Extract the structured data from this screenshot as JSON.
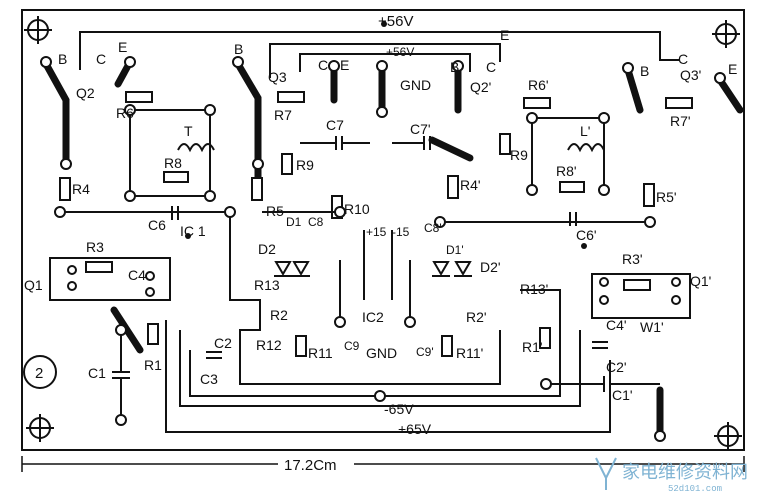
{
  "board": {
    "dimension": "17.2Cm",
    "figure_number": "2",
    "rails": {
      "plus56": "+56V",
      "plus56_inner": "+56V",
      "minus65": "-65V",
      "plus65": "+65V",
      "gnd_top": "GND",
      "gnd_bottom": "GND",
      "bias_left": "+15",
      "bias_right": "-15"
    }
  },
  "left_channel": {
    "Q2": "Q2",
    "Q3": "Q3",
    "Q1": "Q1",
    "B1": "B",
    "C1": "C",
    "E1": "E",
    "B2": "B",
    "C2": "C",
    "E2": "E",
    "R1": "R1",
    "R2": "R2",
    "R3": "R3",
    "R4": "R4",
    "R5": "R5",
    "R6": "R6",
    "R7": "R7",
    "R8": "R8",
    "R9": "R9",
    "R10": "R10",
    "R11": "R11",
    "R12": "R12",
    "R13": "R13",
    "C1c": "C1",
    "C2c": "C2",
    "C3c": "C3",
    "C4c": "C4",
    "C6c": "C6",
    "C7c": "C7",
    "C8c": "C8",
    "C9c": "C9",
    "D1": "D1",
    "D2": "D2",
    "IC1": "IC 1",
    "IC2": "IC2",
    "T": "T"
  },
  "right_channel": {
    "Q2": "Q2'",
    "Q3": "Q3'",
    "Q1": "Q1'",
    "B1": "B",
    "C1": "C",
    "E1": "E",
    "B2": "B",
    "C2": "C",
    "E2": "E",
    "R1": "R1'",
    "R2": "R2'",
    "R3": "R3'",
    "R4": "R4'",
    "R5": "R5'",
    "R6": "R6'",
    "R7": "R7'",
    "R8": "R8'",
    "R9": "R9",
    "R11": "R11'",
    "R13": "R13'",
    "C1c": "C1'",
    "C2c": "C2'",
    "C4c": "C4'",
    "C6c": "C6'",
    "C7c": "C7'",
    "C8c": "C8'",
    "C9c": "C9'",
    "D1": "D1'",
    "D2": "D2'",
    "L": "L'",
    "W1": "W1'"
  },
  "watermark": {
    "brand": "家电维修资料网",
    "url": "52d101.com"
  },
  "colors": {
    "ink": "#111111",
    "paper": "#ffffff",
    "watermark": "#7fb3d3"
  }
}
